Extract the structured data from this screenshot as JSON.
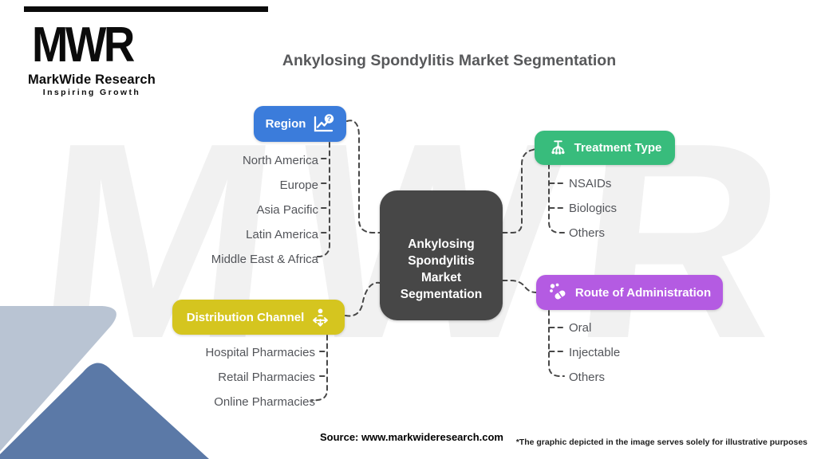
{
  "logo": {
    "mark": "MWR",
    "name": "MarkWide Research",
    "tagline": "Inspiring Growth"
  },
  "title": "Ankylosing Spondylitis Market Segmentation",
  "watermark": "MWR",
  "center": {
    "label": "Ankylosing Spondylitis Market Segmentation",
    "color": "#474747"
  },
  "branches": [
    {
      "id": "region",
      "label": "Region",
      "color": "#3b7cdb",
      "icon": "chart-growth-question-icon",
      "items": [
        "North America",
        "Europe",
        "Asia Pacific",
        "Latin America",
        "Middle East & Africa"
      ]
    },
    {
      "id": "treatment-type",
      "label": "Treatment Type",
      "color": "#38bc7c",
      "icon": "hierarchy-tree-icon",
      "items": [
        "NSAIDs",
        "Biologics",
        "Others"
      ]
    },
    {
      "id": "distribution-channel",
      "label": "Distribution Channel",
      "color": "#d5c51f",
      "icon": "person-distribution-arrows-icon",
      "items": [
        "Hospital Pharmacies",
        "Retail Pharmacies",
        "Online Pharmacies"
      ]
    },
    {
      "id": "route-of-administration",
      "label": "Route of Administration",
      "color": "#b45be2",
      "icon": "pills-icon",
      "items": [
        "Oral",
        "Injectable",
        "Others"
      ]
    }
  ],
  "appearance": {
    "title_color": "#58595b",
    "item_text_color": "#53555a",
    "connector_color": "#474747",
    "corner_shape_light": "#b9c4d3",
    "corner_shape_dark": "#5b79a7",
    "watermark_color": "#f1f1f1"
  },
  "footer": {
    "source": "Source: www.markwideresearch.com",
    "disclaimer": "*The graphic depicted in the image serves solely for illustrative purposes"
  }
}
